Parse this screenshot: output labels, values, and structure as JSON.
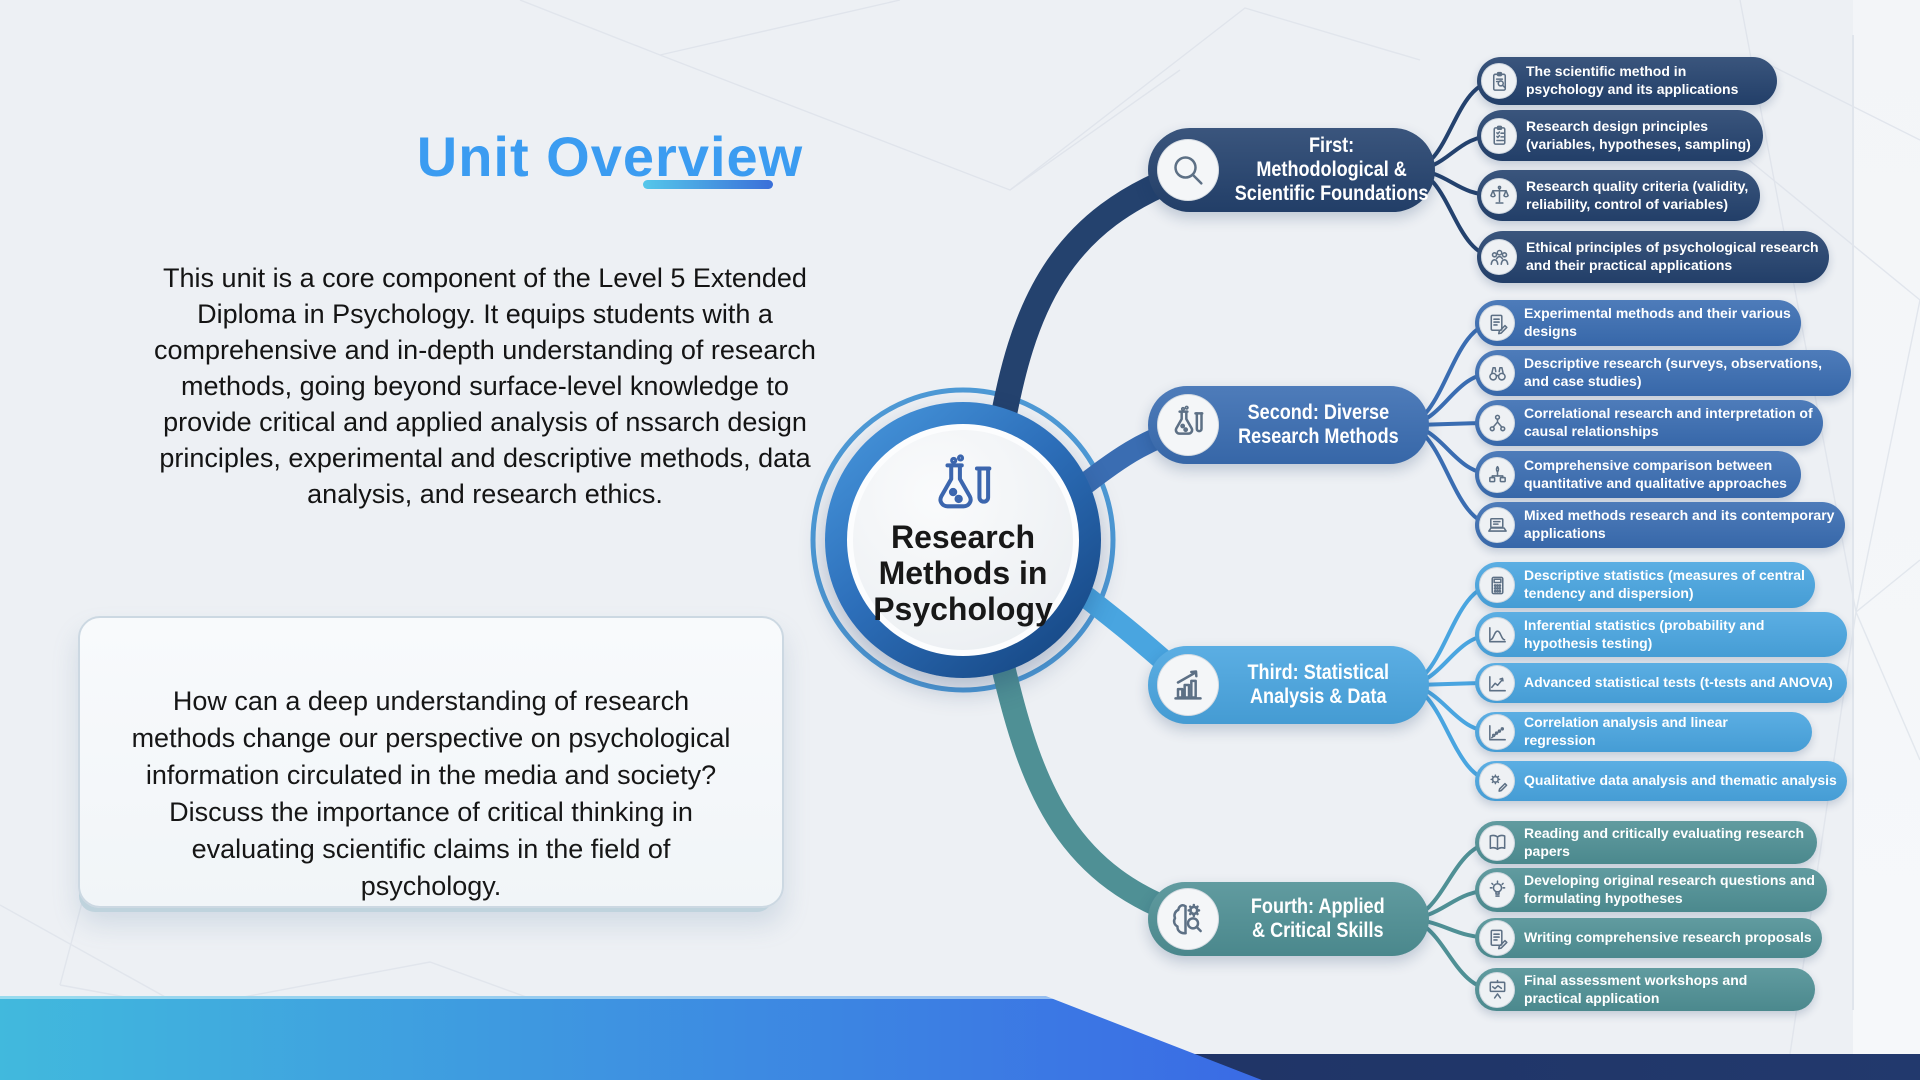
{
  "page": {
    "title": "Unit Overview"
  },
  "intro": {
    "text": "This unit is a core component of the Level 5 Extended Diploma in Psychology. It equips students with a comprehensive and in-depth understanding of research methods, going beyond surface-level knowledge to provide critical and applied analysis of nssarch design principles, experimental and descriptive methods, data analysis, and research ethics."
  },
  "question": {
    "text": "How can a deep understanding of research methods change our perspective on psychological information circulated in the media and society? Discuss the importance of critical thinking in evaluating scientific claims in the field of psychology."
  },
  "mindmap": {
    "center": {
      "title": "Research Methods in Psychology",
      "icon": "flask-test-tube"
    },
    "branches": [
      {
        "id": "first",
        "label": "First:\nMethodological &\nScientific Foundations",
        "color": "#24426e",
        "icon": "magnifier",
        "leaves": [
          {
            "text": "The scientific method in psychology and its applications",
            "icon": "clipboard-search"
          },
          {
            "text": "Research design principles (variables, hypotheses, sampling)",
            "icon": "clipboard-list"
          },
          {
            "text": "Research quality criteria (validity, reliability, control of variables)",
            "icon": "scales"
          },
          {
            "text": "Ethical principles of psychological research and their practical applications",
            "icon": "ethics-people"
          }
        ]
      },
      {
        "id": "second",
        "label": "Second: Diverse\nResearch Methods",
        "color": "#3a6db2",
        "icon": "flask-test-tube",
        "leaves": [
          {
            "text": "Experimental methods and their various designs",
            "icon": "document-edit"
          },
          {
            "text": "Descriptive research (surveys, observations, and case studies)",
            "icon": "binoculars"
          },
          {
            "text": "Correlational research and interpretation of causal relationships",
            "icon": "hierarchy"
          },
          {
            "text": "Comprehensive comparison between quantitative and qualitative approaches",
            "icon": "comparison"
          },
          {
            "text": "Mixed methods research and its contemporary applications",
            "icon": "laptop-document"
          }
        ]
      },
      {
        "id": "third",
        "label": "Third: Statistical\nAnalysis & Data",
        "color": "#49a5e0",
        "icon": "bar-chart",
        "leaves": [
          {
            "text": "Descriptive statistics (measures of central tendency and dispersion)",
            "icon": "calculator"
          },
          {
            "text": "Inferential statistics (probability and hypothesis testing)",
            "icon": "distribution-curve"
          },
          {
            "text": "Advanced statistical tests (t-tests and ANOVA)",
            "icon": "trend-chart"
          },
          {
            "text": "Correlation analysis and linear regression",
            "icon": "scatter-chart"
          },
          {
            "text": "Qualitative data analysis and thematic analysis",
            "icon": "gear-pencil"
          }
        ]
      },
      {
        "id": "fourth",
        "label": "Fourth: Applied\n& Critical Skills",
        "color": "#4f9095",
        "icon": "brain-gear",
        "leaves": [
          {
            "text": "Reading and critically evaluating research papers",
            "icon": "open-book"
          },
          {
            "text": "Developing original research questions and formulating hypotheses",
            "icon": "lightbulb"
          },
          {
            "text": "Writing comprehensive research proposals",
            "icon": "document-pencil"
          },
          {
            "text": "Final assessment workshops and practical application",
            "icon": "workshop"
          }
        ]
      }
    ]
  },
  "colors": {
    "background": "#edf0f4",
    "title": "#3b9cf1",
    "underline_gradient": [
      "#55c7ea",
      "#3a6fd9"
    ],
    "body_text": "#141414",
    "question_box_border": "#ccd8e2",
    "branch_first": "#24426e",
    "branch_second": "#3a6db2",
    "branch_third": "#49a5e0",
    "branch_fourth": "#4f9095",
    "hub_ring": "#2d6fba",
    "footer_bar": "#1c2f5f",
    "footer_wedge_gradient": [
      "#41b9dd",
      "#3a6ae5"
    ],
    "leaf_text": "#ffffff"
  }
}
